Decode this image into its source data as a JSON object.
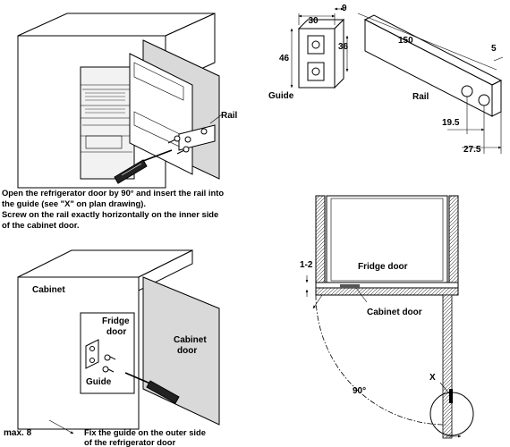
{
  "fig1": {
    "rail_label": "Rail",
    "caption": [
      "Open the refrigerator door by 90° and insert the rail into",
      "the guide (see \"X\" on plan drawing).",
      "Screw on the rail exactly horizontally on the inner side",
      "of the cabinet door."
    ]
  },
  "guide_drawing": {
    "label": "Guide",
    "dims": {
      "width": "30",
      "depth": "9",
      "height": "46",
      "inner": "36"
    }
  },
  "rail_drawing": {
    "label": "Rail",
    "dims": {
      "length": "150",
      "thickness": "5",
      "hole_a": "19.5",
      "hole_b": "27.5"
    }
  },
  "fig3": {
    "cabinet_label": "Cabinet",
    "fridge_door_label": [
      "Fridge",
      "door"
    ],
    "cabinet_door_label": [
      "Cabinet",
      "door"
    ],
    "guide_label": "Guide",
    "max_label": "max. 8",
    "caption": [
      "Fix the guide on the outer side",
      "of the refrigerator door"
    ]
  },
  "plan": {
    "fridge_door_label": "Fridge door",
    "cabinet_door_label": "Cabinet door",
    "gap_label": "1-2",
    "angle_label": "90°",
    "detail_label": "X"
  }
}
